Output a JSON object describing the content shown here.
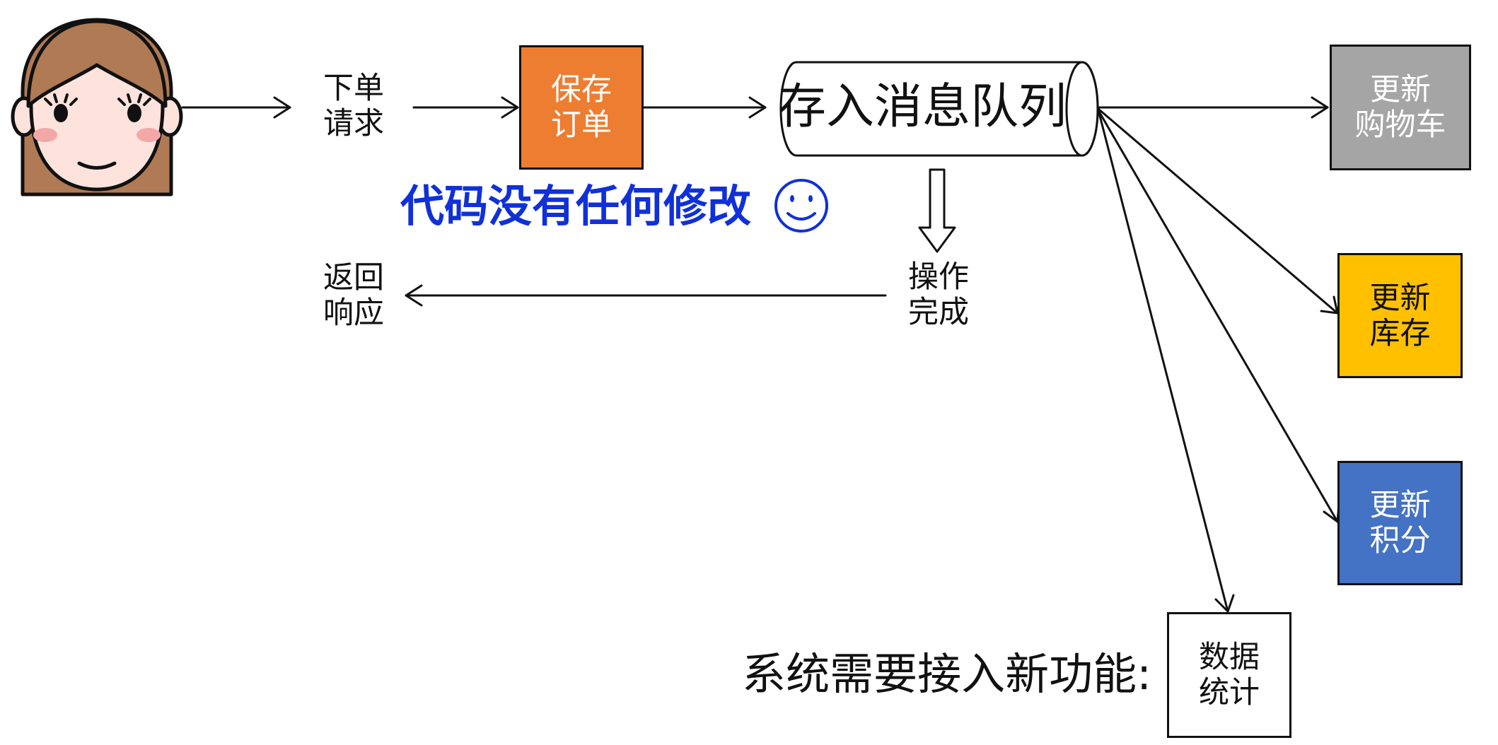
{
  "nodes": {
    "order_request": {
      "line1": "下单",
      "line2": "请求"
    },
    "save_order": {
      "line1": "保存",
      "line2": "订单",
      "fill": "#ed7d31"
    },
    "message_queue": {
      "label": "存入消息队列"
    },
    "operation_done": {
      "line1": "操作",
      "line2": "完成"
    },
    "return_response": {
      "line1": "返回",
      "line2": "响应"
    },
    "update_cart": {
      "line1": "更新",
      "line2": "购物车",
      "fill": "#a5a5a5"
    },
    "update_stock": {
      "line1": "更新",
      "line2": "库存",
      "fill": "#ffc000"
    },
    "update_points": {
      "line1": "更新",
      "line2": "积分",
      "fill": "#4472c4"
    },
    "data_stats": {
      "line1": "数据",
      "line2": "统计",
      "fill": "#ffffff"
    }
  },
  "annotations": {
    "no_code_change": "代码没有任何修改",
    "smiley_icon": "smiley-face-icon",
    "new_feature_caption": "系统需要接入新功能:"
  },
  "colors": {
    "note_blue": "#1030d8",
    "face_skin": "#fde3dc",
    "face_hair": "#b07a55",
    "face_cheek": "#f4a7a7"
  },
  "icons": {
    "user": "girl-face-icon"
  }
}
